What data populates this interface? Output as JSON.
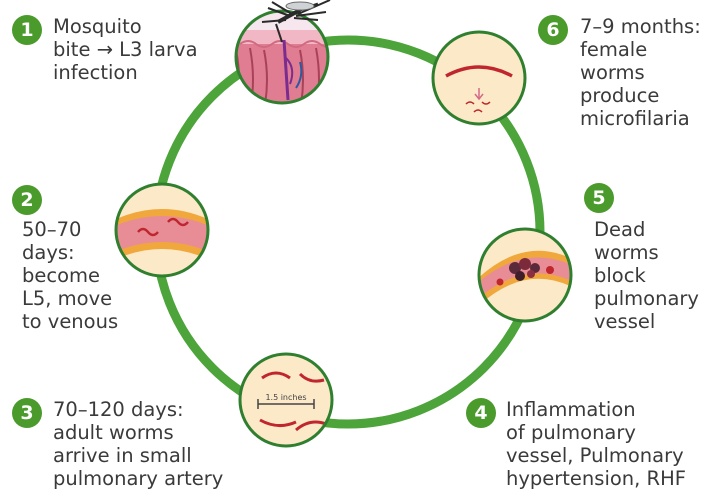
{
  "colors": {
    "cycle_ring": "#4ca43a",
    "badge": "#4a9a2c",
    "node_border": "#2f7f2f",
    "node_fill": "#fbe9c8",
    "worm": "#c0262e",
    "vessel_wall": "#f0a83c",
    "vessel_lumen": "#e88c96",
    "text": "#3a3a3a"
  },
  "illustrations": {
    "node3_measure_label": "1.5 inches"
  },
  "steps": [
    {
      "number": "1",
      "lines": [
        "Mosquito",
        "bite → L3 larva",
        "infection"
      ]
    },
    {
      "number": "2",
      "lines": [
        "50–70",
        "days:",
        "become",
        "L5, move",
        "to venous"
      ]
    },
    {
      "number": "3",
      "lines": [
        "70–120 days:",
        "adult worms",
        "arrive in small",
        "pulmonary artery"
      ]
    },
    {
      "number": "4",
      "lines": [
        "Inflammation",
        "of pulmonary",
        "vessel, Pulmonary",
        "hypertension, RHF"
      ]
    },
    {
      "number": "5",
      "lines": [
        "Dead",
        "worms",
        "block",
        "pulmonary",
        "vessel"
      ]
    },
    {
      "number": "6",
      "lines": [
        "7–9 months:",
        "female",
        "worms",
        "produce",
        "microfilaria"
      ]
    }
  ]
}
